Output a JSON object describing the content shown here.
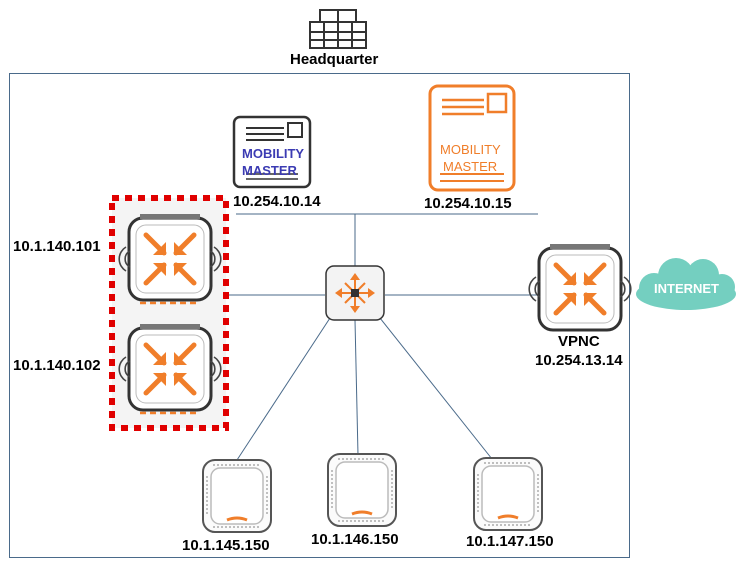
{
  "headquarter": {
    "title": "Headquarter",
    "icon": "building-icon"
  },
  "mobility_masters": [
    {
      "line1": "MOBILITY",
      "line2": "MASTER",
      "ip": "10.254.10.14",
      "color": "#3b3bb3",
      "icon": "server-icon"
    },
    {
      "line1": "MOBILITY",
      "line2": "MASTER",
      "ip": "10.254.10.15",
      "color": "#f07e2a",
      "icon": "server-icon"
    }
  ],
  "controller_cluster": {
    "controllers": [
      {
        "ip": "10.1.140.101",
        "icon": "controller-icon"
      },
      {
        "ip": "10.1.140.102",
        "icon": "controller-icon"
      }
    ],
    "border_color": "#e00000"
  },
  "core_switch": {
    "icon": "switch-icon"
  },
  "vpnc": {
    "name": "VPNC",
    "ip": "10.254.13.14",
    "icon": "controller-icon"
  },
  "internet": {
    "label": "INTERNET",
    "icon": "cloud-icon",
    "color": "#74cfc0"
  },
  "access_points": [
    {
      "ip": "10.1.145.150",
      "icon": "access-point-icon"
    },
    {
      "ip": "10.1.146.150",
      "icon": "access-point-icon"
    },
    {
      "ip": "10.1.147.150",
      "icon": "access-point-icon"
    }
  ],
  "colors": {
    "accent": "#f07e2a",
    "frame": "#4a6a8a",
    "links": "#4a6a8a"
  }
}
